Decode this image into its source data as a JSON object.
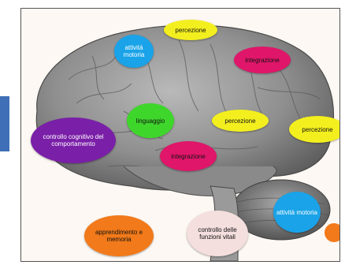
{
  "labels": {
    "attivita_motoria_top": "attività motoria",
    "percezione_top": "percezione",
    "integrazione_top": "integrazione",
    "linguaggio": "linguaggio",
    "percezione_mid": "percezione",
    "percezione_right": "percezione",
    "controllo_cognitivo": "controllo cognitivo del comportamento",
    "integrazione_mid": "integrazione",
    "attivita_motoria_bottom": "attività motoria",
    "apprendimento": "apprendimento e memoria",
    "funzioni_vitali": "controllo delle funzioni vitali"
  },
  "colors": {
    "cyan": "#1aa3e8",
    "yellow": "#f3ef1f",
    "magenta": "#e0166a",
    "green": "#3fd62c",
    "purple": "#7a1fa8",
    "orange": "#f27a1a",
    "pink": "#f4dede",
    "accent_bar": "#3f6fb6"
  }
}
